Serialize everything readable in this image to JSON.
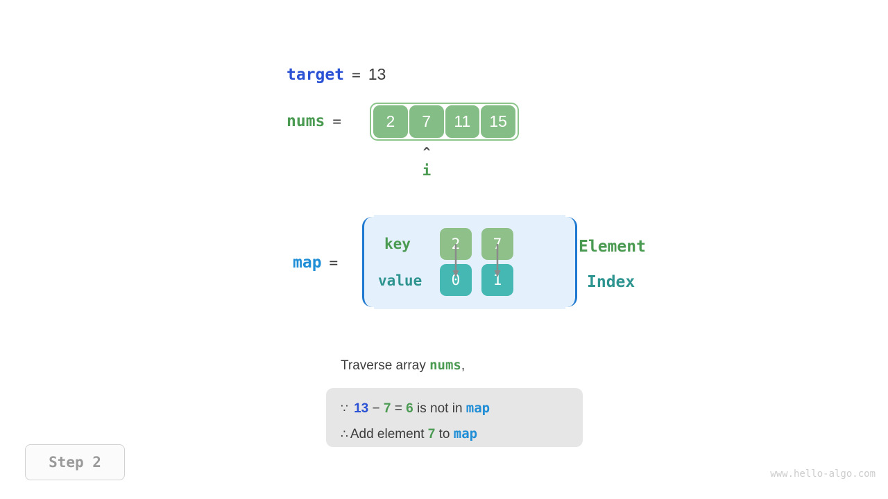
{
  "target": {
    "name": "target",
    "eq": "=",
    "value": "13"
  },
  "nums": {
    "name": "nums",
    "eq": "=",
    "cells": [
      "2",
      "7",
      "11",
      "15"
    ],
    "pointer": {
      "caret": "^",
      "label": "i",
      "index": 1
    }
  },
  "map": {
    "name": "map",
    "eq": "=",
    "key_label": "key",
    "value_label": "value",
    "keys": [
      "2",
      "7"
    ],
    "values": [
      "0",
      "1"
    ],
    "side_labels": {
      "element": "Element",
      "index": "Index"
    }
  },
  "caption": {
    "prefix": "Traverse array ",
    "keyword": "nums",
    "suffix": ","
  },
  "explanation": {
    "line1": {
      "symbol": "∵",
      "a": "13",
      "minus": "−",
      "b": "7",
      "eq": "=",
      "result": "6",
      "text": "is not in ",
      "map": "map"
    },
    "line2": {
      "symbol": "∴",
      "text_before": "Add element ",
      "element": "7",
      "text_mid": " to ",
      "map": "map"
    }
  },
  "step_badge": "Step 2",
  "watermark": "www.hello-algo.com",
  "colors": {
    "target_blue": "#2b52d4",
    "nums_green": "#4a9a52",
    "map_blue": "#1f8ed6",
    "array_cell": "#84bd85",
    "map_key_cell": "#8fc08a",
    "map_value_cell": "#45b8b3",
    "map_bg": "#e4f0fb",
    "map_border": "#1f79d0",
    "explain_bg": "#e6e6e6",
    "index_teal": "#2e9490"
  }
}
